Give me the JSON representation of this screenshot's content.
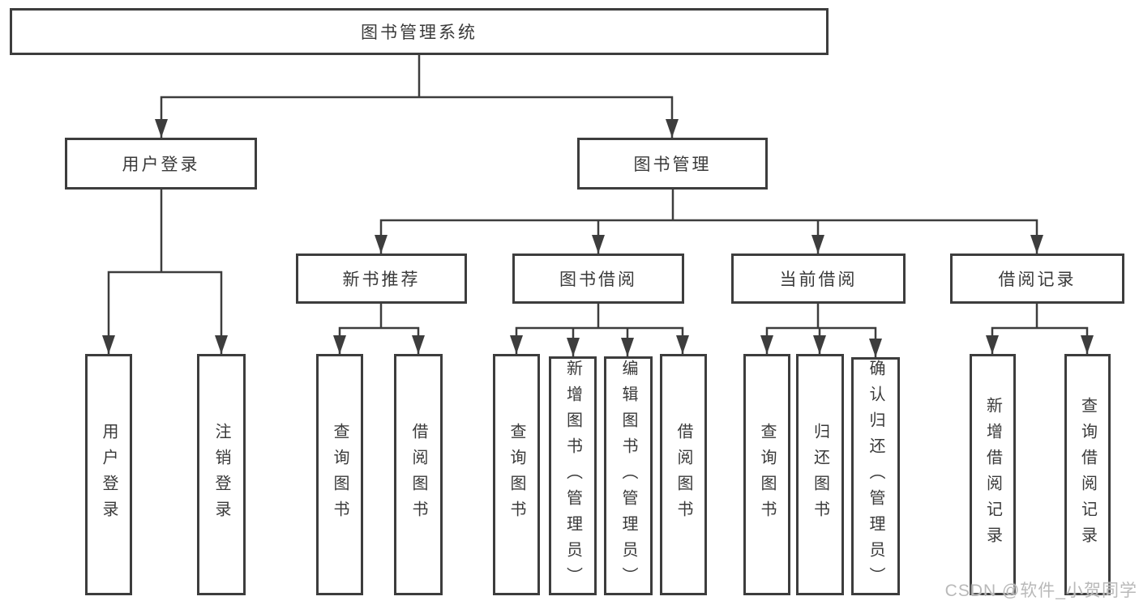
{
  "diagram": {
    "tree": {
      "label": "图书管理系统",
      "children": [
        {
          "label": "用户登录",
          "children": [
            {
              "label": "用户登录"
            },
            {
              "label": "注销登录"
            }
          ]
        },
        {
          "label": "图书管理",
          "children": [
            {
              "label": "新书推荐",
              "children": [
                {
                  "label": "查询图书"
                },
                {
                  "label": "借阅图书"
                }
              ]
            },
            {
              "label": "图书借阅",
              "children": [
                {
                  "label": "查询图书"
                },
                {
                  "label": "新增图书（管理员）"
                },
                {
                  "label": "编辑图书（管理员）"
                },
                {
                  "label": "借阅图书"
                }
              ]
            },
            {
              "label": "当前借阅",
              "children": [
                {
                  "label": "查询图书"
                },
                {
                  "label": "归还图书"
                },
                {
                  "label": "确认归还（管理员）"
                }
              ]
            },
            {
              "label": "借阅记录",
              "children": [
                {
                  "label": "新增借阅记录"
                },
                {
                  "label": "查询借阅记录"
                }
              ]
            }
          ]
        }
      ]
    }
  },
  "watermark": {
    "text": "CSDN @软件_小贺同学"
  },
  "colors": {
    "line": "#3d3d3d",
    "text": "#3a3a3a",
    "watermark": "#b9b9b9",
    "background": "#ffffff"
  }
}
